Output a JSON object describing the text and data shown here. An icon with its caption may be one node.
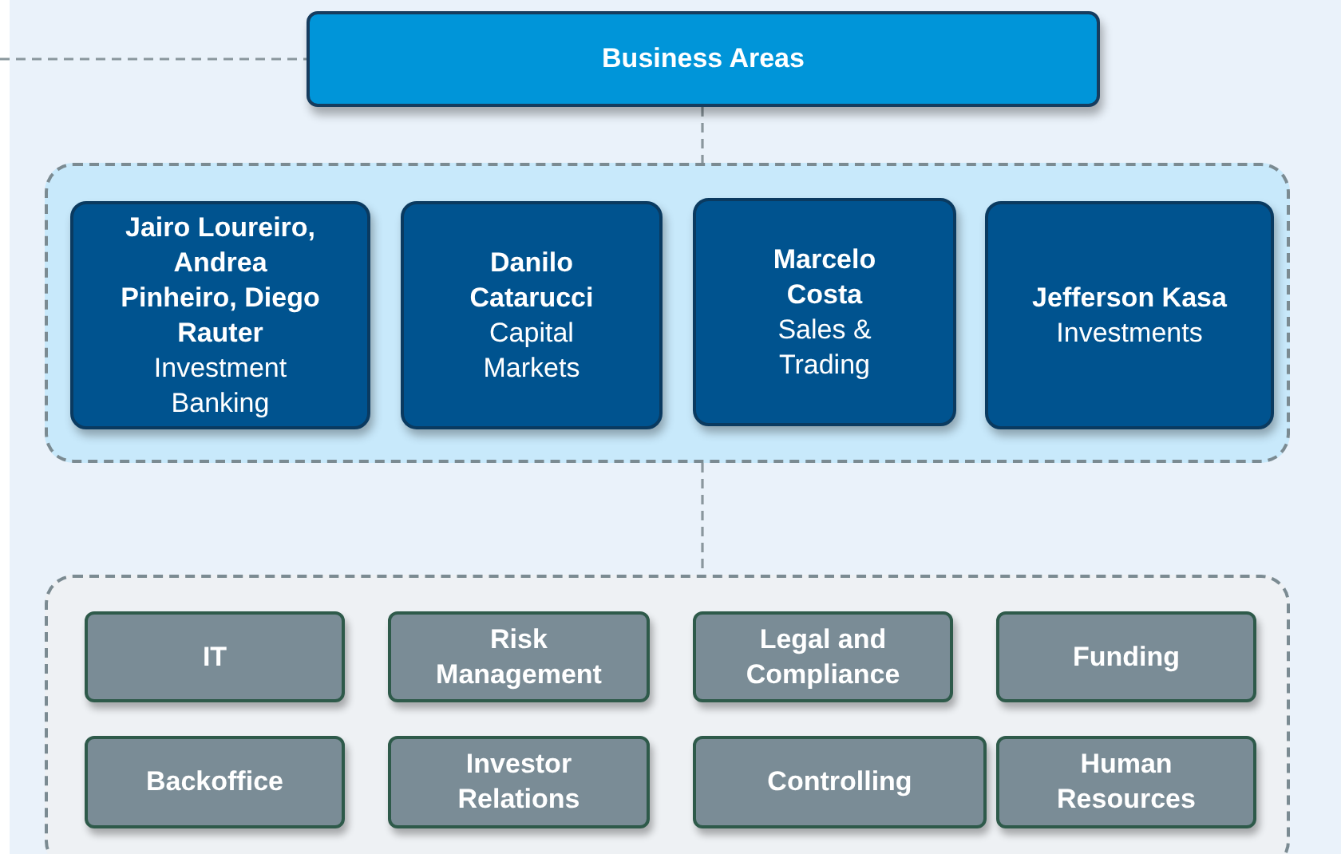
{
  "diagram": {
    "nodes": [
      {
        "text": [
          "Business Areas"
        ]
      },
      {
        "text": [],
        "shape": "box"
      },
      {
        "text": [
          "Jairo Loureiro, Andrea Pinheiro, Diego Rauter",
          "Investment Banking"
        ],
        "in": 1
      },
      {
        "text": [
          "Danilo Catarucci",
          "Capital Markets"
        ],
        "in": 1
      },
      {
        "text": [
          "Marcelo Costa",
          "Sales & Trading"
        ],
        "in": 1
      },
      {
        "text": [
          "Jefferson Kasa",
          "Investments"
        ],
        "in": 1
      },
      {
        "text": [],
        "shape": "box"
      },
      {
        "text": [
          "IT"
        ],
        "in": 6
      },
      {
        "text": [
          "Risk Management"
        ],
        "in": 6
      },
      {
        "text": [
          "Legal and Compliance"
        ],
        "in": 6
      },
      {
        "text": [
          "Funding"
        ],
        "in": 6
      },
      {
        "text": [
          "Backoffice"
        ],
        "in": 6
      },
      {
        "text": [
          "Investor Relations"
        ],
        "in": 6
      },
      {
        "text": [
          "Controlling"
        ],
        "in": 6
      },
      {
        "text": [
          "Human Resources"
        ],
        "in": 6
      }
    ],
    "edges": [
      {
        "from": null,
        "to": 0,
        "arrow": "none",
        "style": "dashed"
      },
      {
        "from": 0,
        "to": 1,
        "arrow": "none",
        "style": "dashed"
      },
      {
        "from": 1,
        "to": 6,
        "arrow": "none",
        "style": "dashed"
      }
    ]
  }
}
